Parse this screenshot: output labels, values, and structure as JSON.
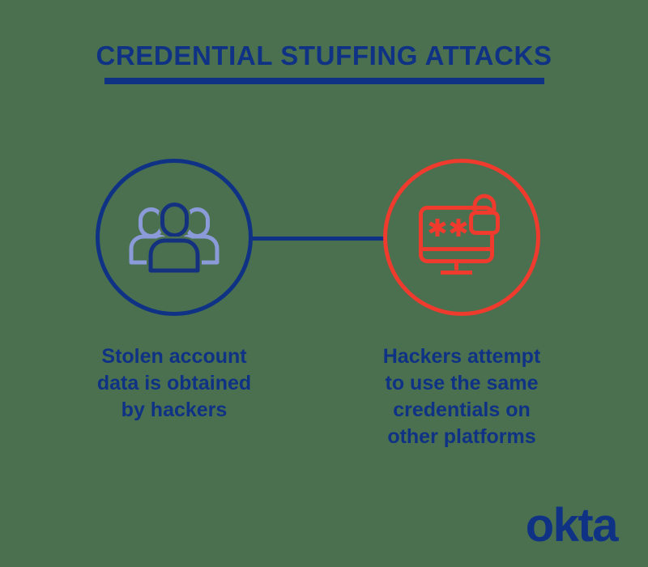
{
  "meta": {
    "background_color": "#4a7050",
    "navy": "#0f3285",
    "red": "#ee3b2e",
    "periwinkle": "#8b9ad9"
  },
  "header": {
    "title": "CREDENTIAL STUFFING ATTACKS"
  },
  "diagram": {
    "nodes": [
      {
        "id": "stolen-data",
        "icon": "people-group-icon",
        "circle_color": "#0f3285",
        "caption_lines": [
          "Stolen account",
          "data is obtained",
          "by hackers"
        ]
      },
      {
        "id": "credential-reuse",
        "icon": "monitor-password-lock-icon",
        "circle_color": "#ee3b2e",
        "caption_lines": [
          "Hackers attempt",
          "to use the same",
          "credentials on",
          "other platforms"
        ]
      }
    ],
    "connector": {
      "from": "stolen-data",
      "to": "credential-reuse",
      "color": "#0f3285"
    }
  },
  "footer": {
    "logo_text": "okta"
  }
}
